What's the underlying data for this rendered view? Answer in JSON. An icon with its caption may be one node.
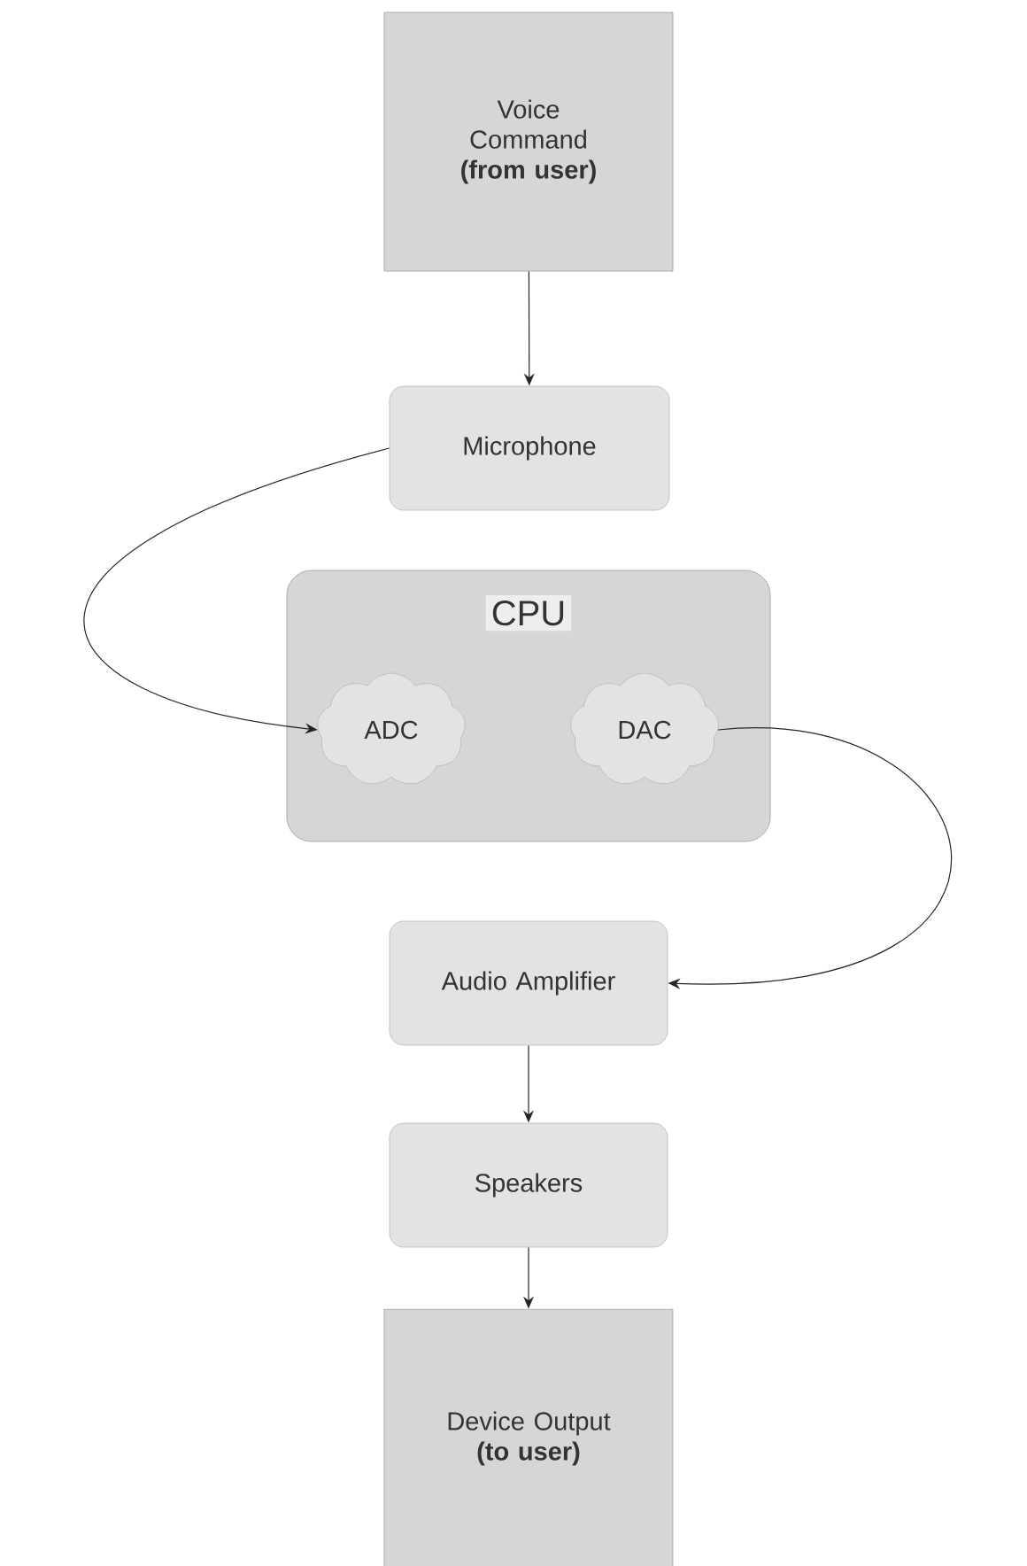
{
  "diagram": {
    "nodes": [
      {
        "text": [
          "Voice Command",
          "(from user)"
        ]
      },
      {
        "text": [
          "Microphone"
        ]
      },
      {
        "text": [
          "CPU"
        ]
      },
      {
        "text": [
          "ADC"
        ],
        "in": 2
      },
      {
        "text": [
          "DAC"
        ],
        "in": 2
      },
      {
        "text": [
          "Audio Amplifier"
        ]
      },
      {
        "text": [
          "Speakers"
        ]
      },
      {
        "text": [
          "Device Output",
          "(to user)"
        ]
      }
    ],
    "edges": [
      {
        "from": 0,
        "to": 1,
        "arrow": "to"
      },
      {
        "from": 1,
        "to": 3,
        "arrow": "to"
      },
      {
        "from": 4,
        "to": 5,
        "arrow": "to"
      },
      {
        "from": 5,
        "to": 6,
        "arrow": "to"
      },
      {
        "from": 6,
        "to": 7,
        "arrow": "to"
      }
    ]
  }
}
